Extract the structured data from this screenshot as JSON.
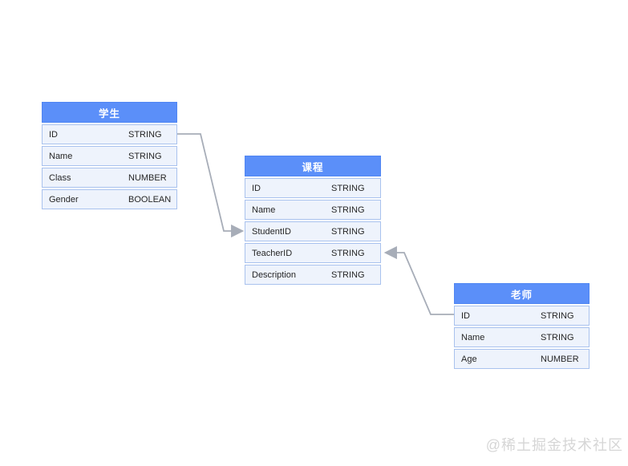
{
  "diagram": {
    "tables": [
      {
        "id": "student",
        "title": "学生",
        "fields": [
          {
            "name": "ID",
            "type": "STRING"
          },
          {
            "name": "Name",
            "type": "STRING"
          },
          {
            "name": "Class",
            "type": "NUMBER"
          },
          {
            "name": "Gender",
            "type": "BOOLEAN"
          }
        ]
      },
      {
        "id": "course",
        "title": "课程",
        "fields": [
          {
            "name": "ID",
            "type": "STRING"
          },
          {
            "name": "Name",
            "type": "STRING"
          },
          {
            "name": "StudentID",
            "type": "STRING"
          },
          {
            "name": "TeacherID",
            "type": "STRING"
          },
          {
            "name": "Description",
            "type": "STRING"
          }
        ]
      },
      {
        "id": "teacher",
        "title": "老师",
        "fields": [
          {
            "name": "ID",
            "type": "STRING"
          },
          {
            "name": "Name",
            "type": "STRING"
          },
          {
            "name": "Age",
            "type": "NUMBER"
          }
        ]
      }
    ],
    "relationships": [
      {
        "from": "学生.ID",
        "to": "课程.StudentID"
      },
      {
        "from": "老师.ID",
        "to": "课程.TeacherID"
      }
    ],
    "colors": {
      "header_fill": "#5B8FF9",
      "header_text": "#FFFFFF",
      "row_fill": "#EEF3FC",
      "row_border": "#A9C2EE",
      "edge": "#A7ADB8"
    }
  },
  "watermark": {
    "text": "@稀土掘金技术社区"
  }
}
